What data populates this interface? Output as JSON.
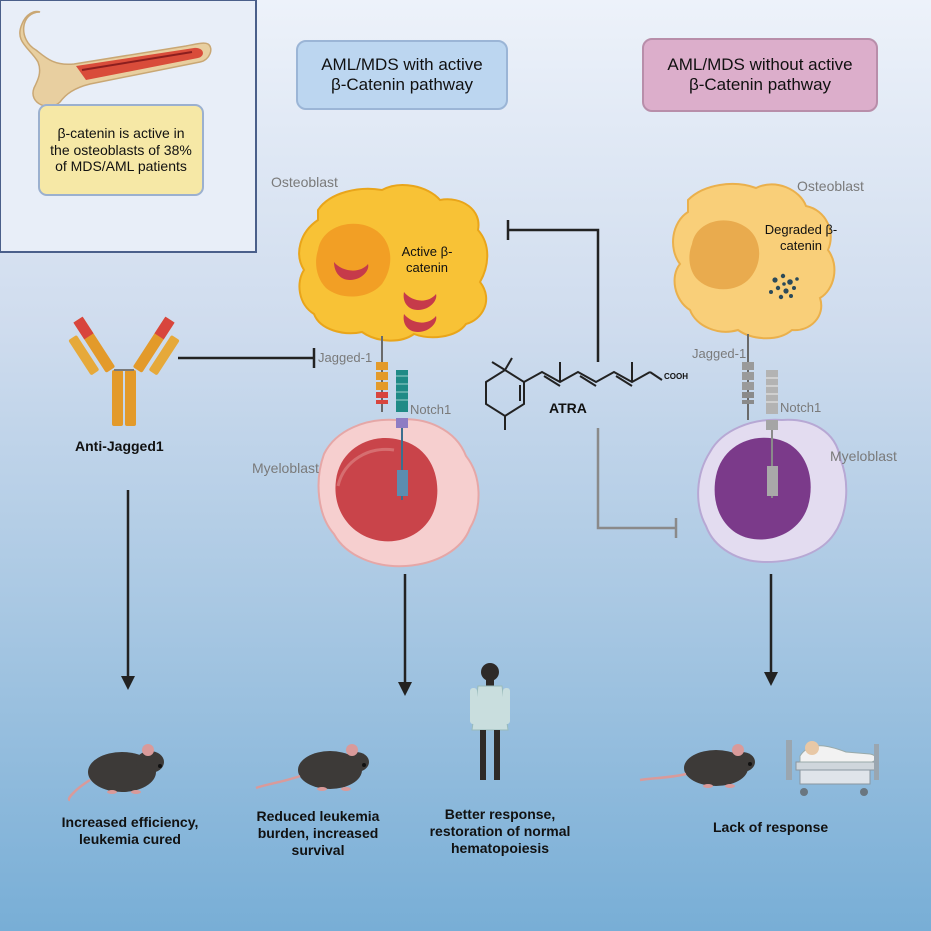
{
  "inset": {
    "note": "β-catenin is active in the osteoblasts of 38% of MDS/AML patients"
  },
  "headers": {
    "active": "AML/MDS with active β-Catenin pathway",
    "inactive": "AML/MDS without active β-Catenin pathway"
  },
  "left_osteoblast": {
    "title": "Osteoblast",
    "inner": "Active β-catenin"
  },
  "right_osteoblast": {
    "title": "Osteoblast",
    "inner": "Degraded β-catenin"
  },
  "receptors": {
    "jagged_left": "Jagged-1",
    "notch_left": "Notch1",
    "jagged_right": "Jagged-1",
    "notch_right": "Notch1"
  },
  "myeloblasts": {
    "left": "Myeloblast",
    "right": "Myeloblast"
  },
  "drugs": {
    "antibody": "Anti-Jagged1",
    "atra": "ATRA",
    "cooh": "COOH"
  },
  "outcomes": {
    "antibody": "Increased efficiency, leukemia cured",
    "mouse_active": "Reduced leukemia burden, increased survival",
    "human_active": "Better response, restoration of normal hematopoiesis",
    "inactive": "Lack of response"
  },
  "colors": {
    "header_active": "#bcd6f0",
    "header_inactive": "#dcaecb",
    "osteoblast_active": "#f8c236",
    "osteoblast_inactive": "#f9cf79",
    "myeloblast_active": "#f6cfcf",
    "myeloblast_inactive": "#e3dcf0",
    "note_box": "#f6e8a6"
  }
}
